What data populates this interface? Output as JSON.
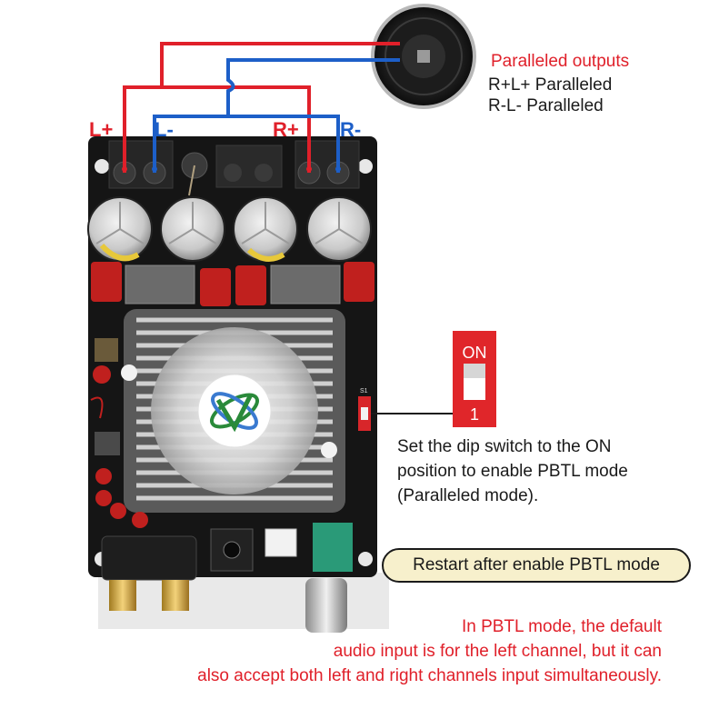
{
  "terminals": {
    "l_plus": "L+",
    "l_minus": "L-",
    "r_plus": "R+",
    "r_minus": "R-"
  },
  "paralleled": {
    "title": "Paralleled outputs",
    "line1": "R+L+ Paralleled",
    "line2": "R-L- Paralleled"
  },
  "dip_switch": {
    "on_label": "ON",
    "number_label": "1",
    "board_label": "S1",
    "description": [
      "Set the dip switch to the ON",
      "position to enable PBTL mode",
      "(Paralleled mode)."
    ]
  },
  "restart_note": "Restart after enable PBTL mode",
  "pbtl_note": [
    "In PBTL mode, the default",
    "audio input is for the left channel, but it can",
    "also accept both left and right channels input simultaneously."
  ],
  "colors": {
    "red_wire": "#e0202a",
    "blue_wire": "#1d5fc8",
    "board": "#151515",
    "note_fill": "#f7f0cc"
  }
}
